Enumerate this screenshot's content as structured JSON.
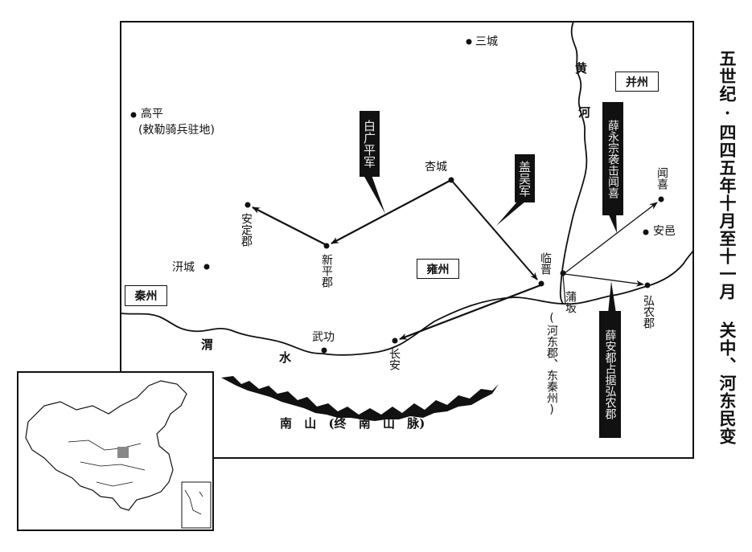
{
  "title": "五世纪·四四五年十月至十一月 关中、河东民变",
  "regions": {
    "qinzhou": "秦州",
    "yongzhou": "雍州",
    "bingzhou": "并州"
  },
  "places": {
    "sancheng": "三城",
    "gaoping": "高平",
    "gaoping_note": "(敕勒骑兵驻地)",
    "anding": "安定郡",
    "qiancheng": "汧城",
    "xinping": "新平郡",
    "xingcheng": "杏城",
    "linjin": "临晋",
    "puban": "蒲坂",
    "puban_note": "(河东郡、东秦州)",
    "hongnong": "弘农郡",
    "wenxi": "闻喜",
    "anyi": "安邑",
    "wugong": "武功",
    "changan": "长安"
  },
  "rivers": {
    "wei_1": "渭",
    "wei_2": "水",
    "huang_1": "黄",
    "huang_2": "河"
  },
  "mountains": {
    "label": "南 山 (终 南 山 脉)"
  },
  "callouts": {
    "bai_guangping": "白广平军",
    "gai_wu": "盖吴军",
    "xue_yongzong": "薛永宗袭击闻喜",
    "xue_andu": "薛安都占据弘农郡"
  },
  "inset": {
    "highlight_color": "#888888"
  }
}
